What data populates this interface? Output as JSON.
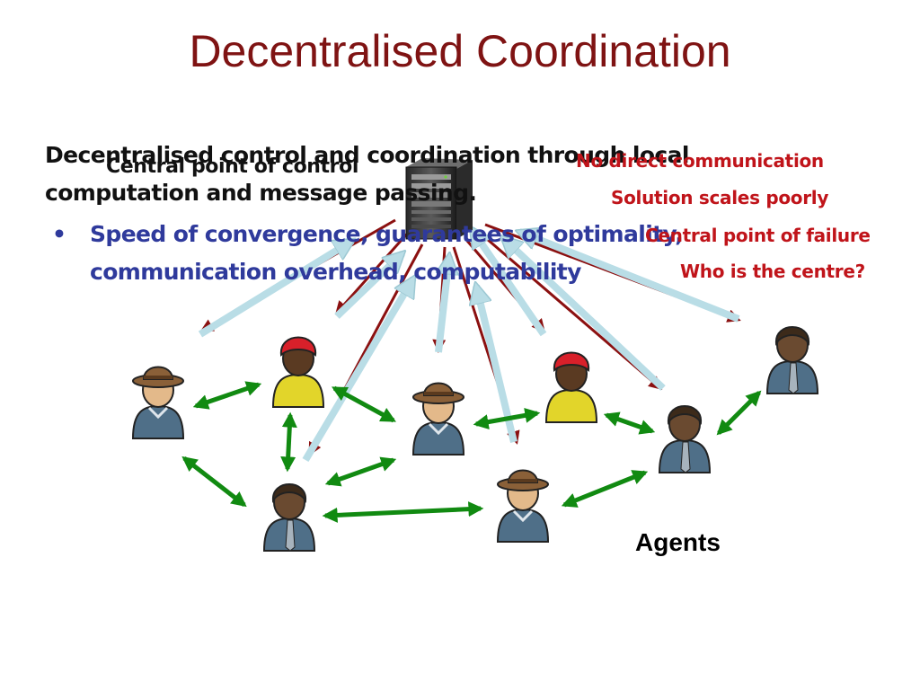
{
  "title": "Decentralised Coordination",
  "subtitle": "Decentralised control and coordination through local computation and  message passing.",
  "bullet": "Speed of convergence, guarantees of optimality, communication overhead, computability",
  "central_label": "Central point of control",
  "issues": [
    "No direct communication",
    "Solution scales poorly",
    "Central point of failure",
    "Who is the centre?"
  ],
  "agents_label": "Agents",
  "colors": {
    "title": "#7f1313",
    "bullet": "#2f3a9c",
    "issues": "#c0141a",
    "green_link": "#118a11",
    "dark_red_arrow": "#8b1010",
    "light_blue_arrow": "#b9dde6"
  },
  "icons": [
    "server-icon",
    "agent-icon"
  ]
}
